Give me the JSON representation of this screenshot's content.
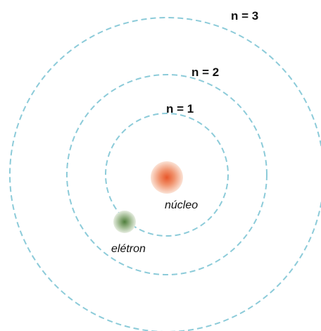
{
  "diagram": {
    "orbits": [
      {
        "label": "n = 1"
      },
      {
        "label": "n = 2"
      },
      {
        "label": "n = 3"
      }
    ],
    "nucleus": {
      "label": "núcleo"
    },
    "electron": {
      "label": "elétron"
    },
    "colors": {
      "orbit": "#8ccbd9",
      "nucleus_core": "#e8572a",
      "nucleus_glow": "#f7c9b3",
      "electron_core": "#5d8a4a",
      "electron_glow": "#c9d8bd"
    }
  }
}
